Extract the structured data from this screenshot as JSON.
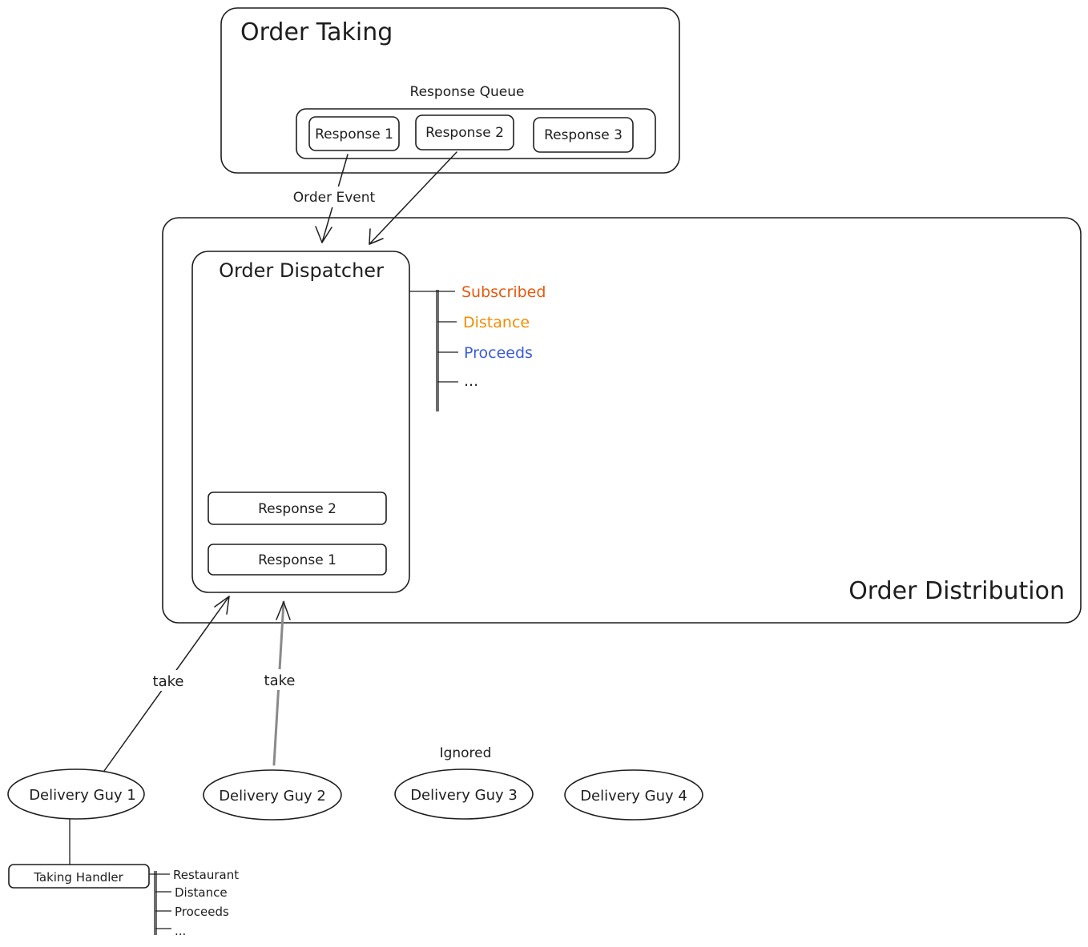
{
  "order_taking": {
    "title": "Order Taking",
    "queue_label": "Response Queue",
    "responses": [
      "Response 1",
      "Response 2",
      "Response 3"
    ]
  },
  "edges": {
    "order_event": "Order Event",
    "take_1": "take",
    "take_2": "take"
  },
  "order_distribution": {
    "title": "Order Distribution",
    "dispatcher": {
      "title": "Order Dispatcher",
      "queue": [
        "Response 2",
        "Response 1"
      ]
    },
    "criteria": [
      {
        "label": "Subscribed",
        "color": "#e8590c"
      },
      {
        "label": "Distance",
        "color": "#f08c00"
      },
      {
        "label": "Proceeds",
        "color": "#3b5bdb"
      },
      {
        "label": "...",
        "color": "#1e1e1e"
      }
    ]
  },
  "delivery_guys": {
    "ignored_label": "Ignored",
    "items": [
      "Delivery Guy 1",
      "Delivery Guy 2",
      "Delivery Guy 3",
      "Delivery Guy 4"
    ]
  },
  "taking_handler": {
    "label": "Taking Handler",
    "items": [
      "Restaurant",
      "Distance",
      "Proceeds",
      "..."
    ]
  }
}
